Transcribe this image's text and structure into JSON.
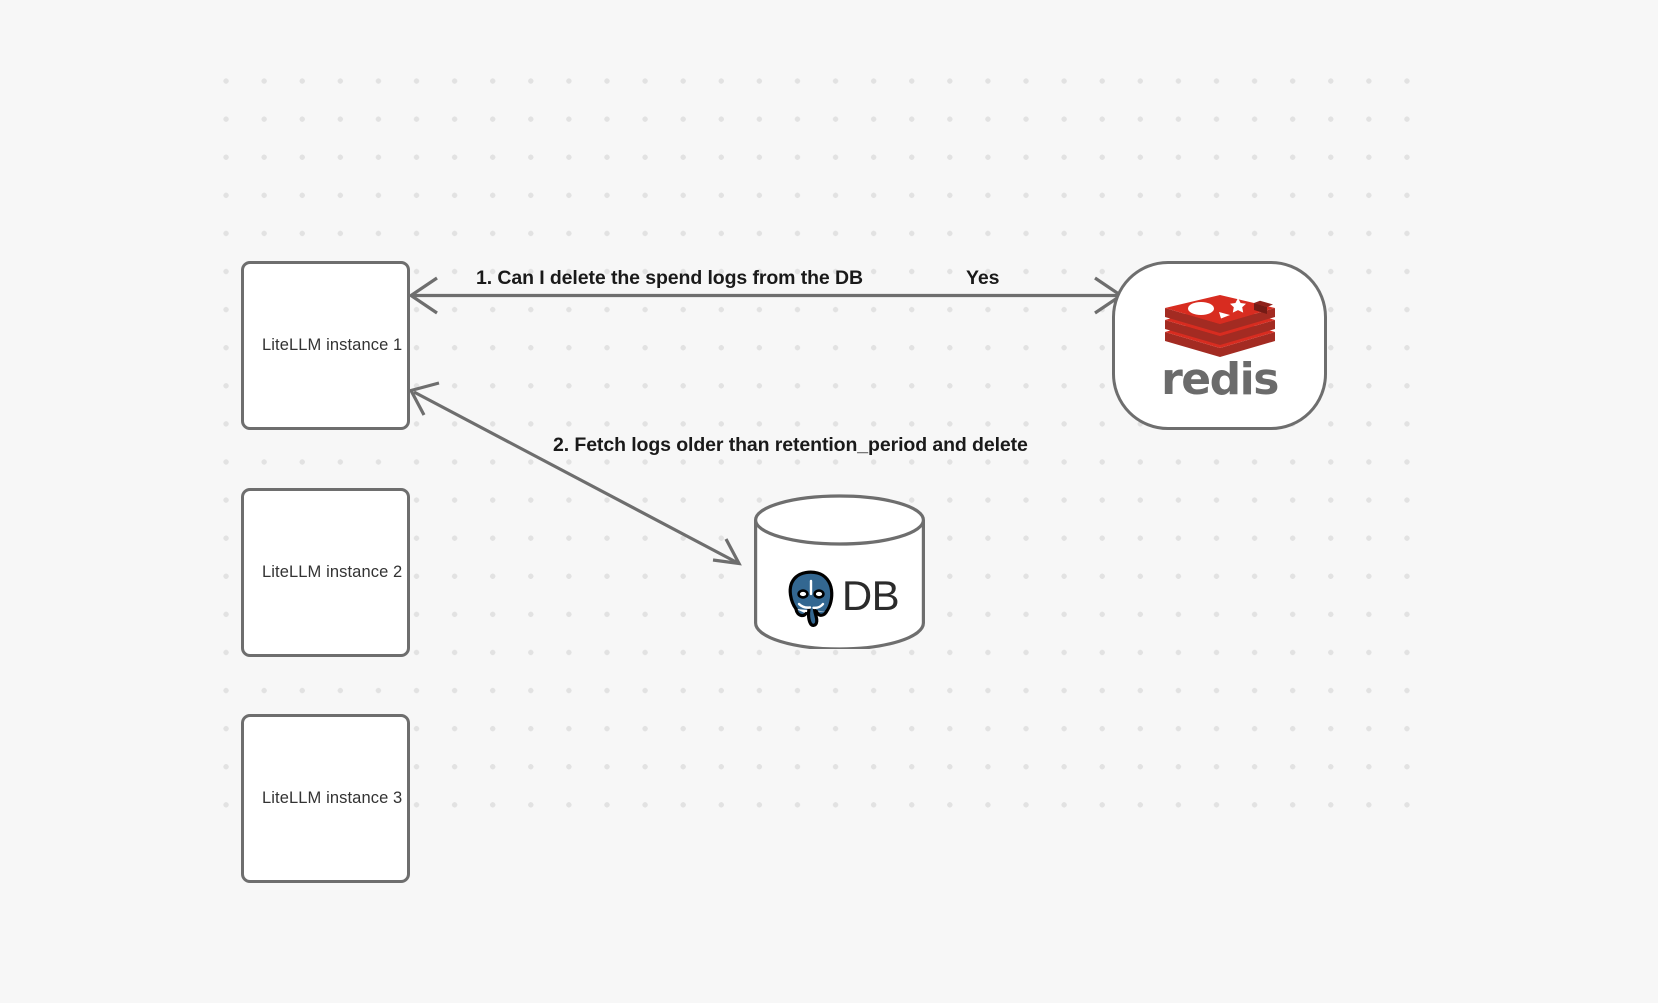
{
  "canvas": {
    "background_color": "#f7f7f7",
    "grid_dot_color": "#e2e2e2"
  },
  "nodes": [
    {
      "id": "litellm-1",
      "label": "LiteLLM instance 1",
      "shape": "rounded-rect",
      "border_color": "#6e6e6e",
      "fill": "#ffffff"
    },
    {
      "id": "litellm-2",
      "label": "LiteLLM instance 2",
      "shape": "rounded-rect",
      "border_color": "#6e6e6e",
      "fill": "#ffffff"
    },
    {
      "id": "litellm-3",
      "label": "LiteLLM instance 3",
      "shape": "rounded-rect",
      "border_color": "#6e6e6e",
      "fill": "#ffffff"
    },
    {
      "id": "redis",
      "label": "redis",
      "shape": "pill",
      "border_color": "#6e6e6e",
      "fill": "#ffffff",
      "logo_color": "#c6261d"
    },
    {
      "id": "db",
      "label": "DB",
      "shape": "cylinder",
      "border_color": "#6e6e6e",
      "fill": "#ffffff",
      "logo_color": "#336791"
    }
  ],
  "edges": [
    {
      "id": "edge-redis-to-litellm",
      "label": "1.  Can I delete the spend logs from the DB",
      "secondary_label": "Yes",
      "from": "litellm-1",
      "to": "redis",
      "direction": "bidirectional",
      "stroke": "#6e6e6e"
    },
    {
      "id": "edge-litellm-to-db",
      "label": "2.  Fetch logs older than retention_period and delete",
      "from": "litellm-1",
      "to": "db",
      "direction": "bidirectional",
      "stroke": "#6e6e6e"
    }
  ],
  "labels": {
    "litellm_1": "LiteLLM instance 1",
    "litellm_2": "LiteLLM instance 2",
    "litellm_3": "LiteLLM instance 3",
    "redis_wordmark": "redis",
    "db_text": "DB",
    "edge_1": "1.  Can I delete the spend logs from the DB",
    "edge_1_reply": "Yes",
    "edge_2": "2.  Fetch logs older than retention_period and delete"
  }
}
